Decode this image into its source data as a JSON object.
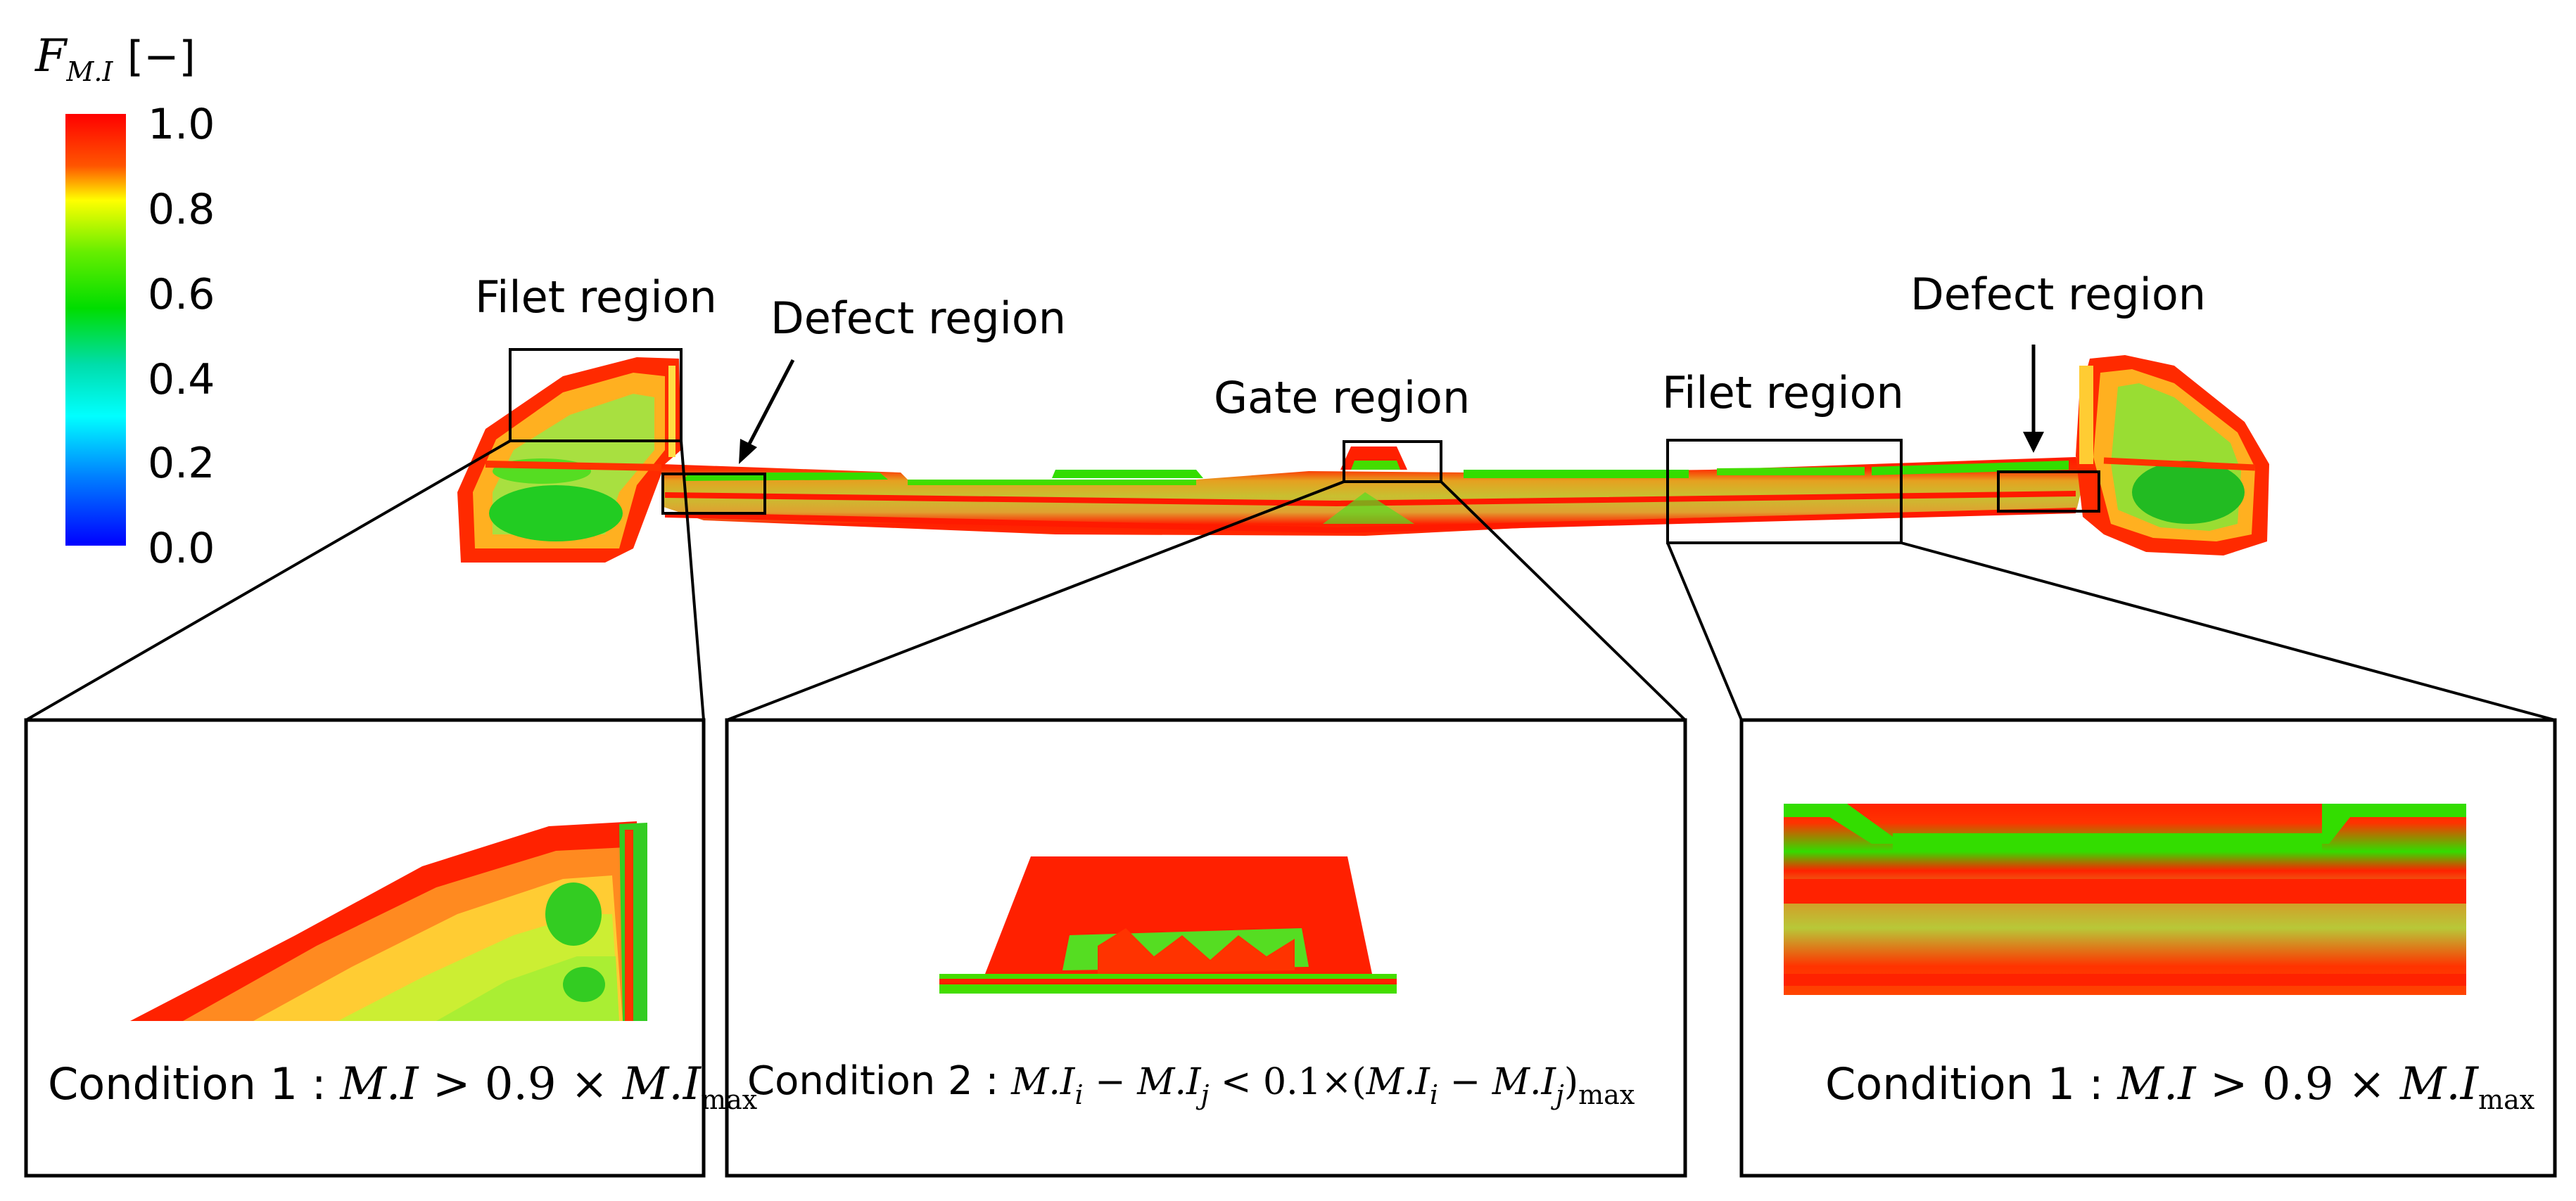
{
  "legend": {
    "title_symbol": "F",
    "title_subscript": "M.I",
    "title_unit": "[−]",
    "ticks": [
      "1.0",
      "0.8",
      "0.6",
      "0.4",
      "0.2",
      "0.0"
    ],
    "gradient_colors": [
      "#ff0000",
      "#ff6600",
      "#ffff00",
      "#00dd00",
      "#00ffff",
      "#0000ff"
    ]
  },
  "labels": {
    "filet_left": "Filet region",
    "defect_left": "Defect region",
    "gate": "Gate region",
    "filet_right": "Filet region",
    "defect_right": "Defect region"
  },
  "conditions": {
    "left": {
      "prefix": "Condition 1 : ",
      "lhs": "M.I",
      "op": " > 0.9 × ",
      "rhs": "M.I",
      "rhs_sub": "max"
    },
    "middle": {
      "prefix": "Condition 2 : ",
      "term1": "M.I",
      "term1_sub": "i",
      "minus1": " − ",
      "term2": "M.I",
      "term2_sub": "j",
      "op": " < 0.1×(",
      "term3": "M.I",
      "term3_sub": "i",
      "minus2": " − ",
      "term4": "M.I",
      "term4_sub": "j",
      "close": ")",
      "close_sub": "max"
    },
    "right": {
      "prefix": "Condition 1 : ",
      "lhs": "M.I",
      "op": " > 0.9 × ",
      "rhs": "M.I",
      "rhs_sub": "max"
    }
  }
}
